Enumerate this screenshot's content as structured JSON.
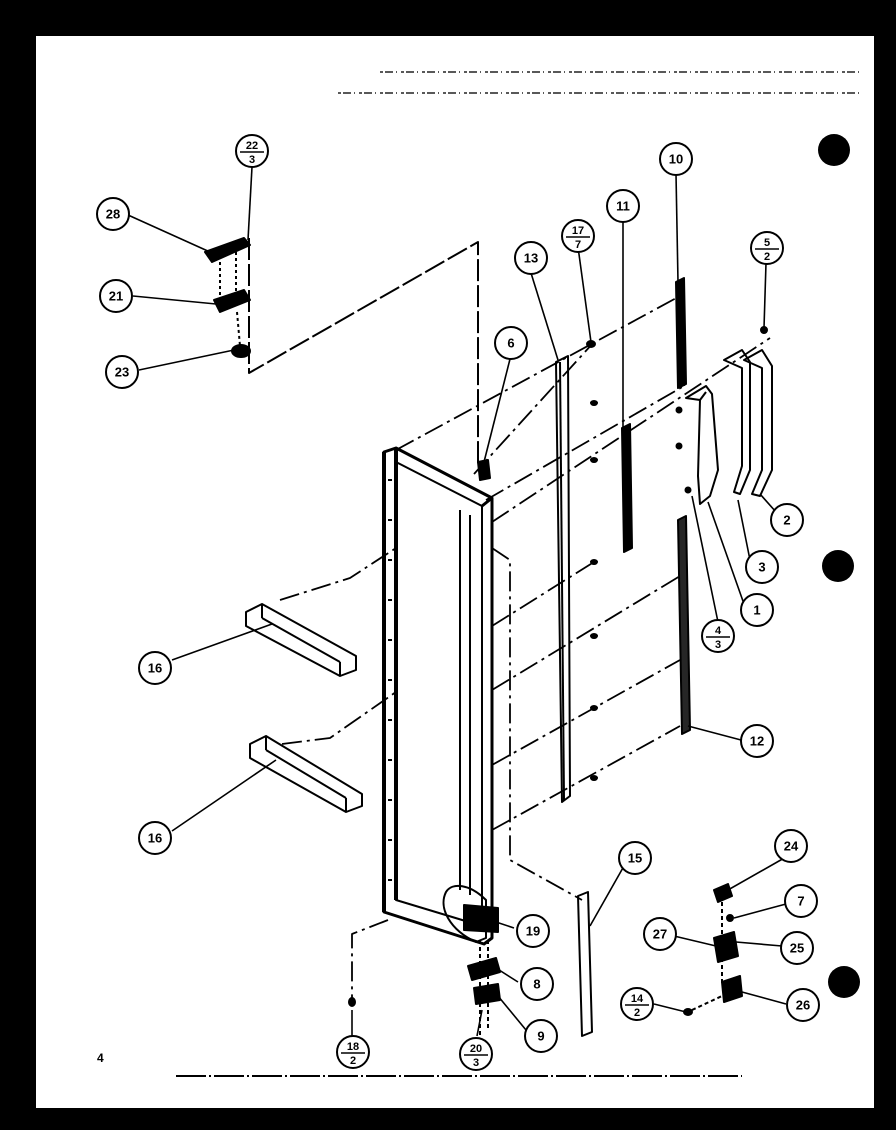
{
  "page_number": "4",
  "callouts": [
    {
      "id": "c28",
      "label": "28"
    },
    {
      "id": "c21",
      "label": "21"
    },
    {
      "id": "c23",
      "label": "23"
    },
    {
      "id": "c22",
      "top": "22",
      "bottom": "3"
    },
    {
      "id": "c13",
      "label": "13"
    },
    {
      "id": "c17",
      "top": "17",
      "bottom": "7"
    },
    {
      "id": "c11",
      "label": "11"
    },
    {
      "id": "c10",
      "label": "10"
    },
    {
      "id": "c5",
      "top": "5",
      "bottom": "2"
    },
    {
      "id": "c6",
      "label": "6"
    },
    {
      "id": "c2",
      "label": "2"
    },
    {
      "id": "c3",
      "label": "3"
    },
    {
      "id": "c1",
      "label": "1"
    },
    {
      "id": "c4",
      "top": "4",
      "bottom": "3"
    },
    {
      "id": "c12",
      "label": "12"
    },
    {
      "id": "c16a",
      "label": "16"
    },
    {
      "id": "c16b",
      "label": "16"
    },
    {
      "id": "c15",
      "label": "15"
    },
    {
      "id": "c19",
      "label": "19"
    },
    {
      "id": "c8",
      "label": "8"
    },
    {
      "id": "c9",
      "label": "9"
    },
    {
      "id": "c20",
      "top": "20",
      "bottom": "3"
    },
    {
      "id": "c18",
      "top": "18",
      "bottom": "2"
    },
    {
      "id": "c24",
      "label": "24"
    },
    {
      "id": "c7",
      "label": "7"
    },
    {
      "id": "c27",
      "label": "27"
    },
    {
      "id": "c25",
      "label": "25"
    },
    {
      "id": "c14",
      "top": "14",
      "bottom": "2"
    },
    {
      "id": "c26",
      "label": "26"
    }
  ]
}
